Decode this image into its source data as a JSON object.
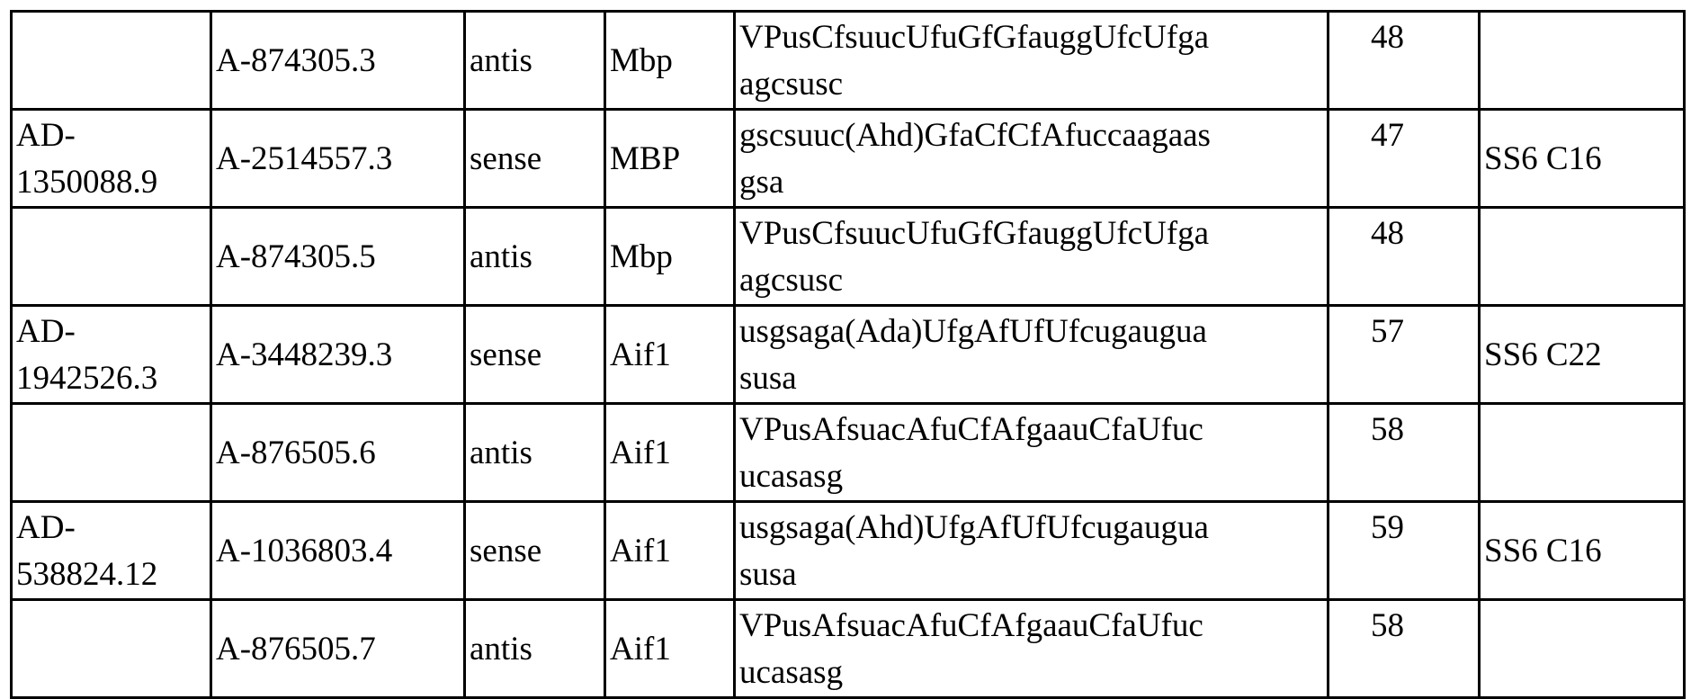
{
  "rows": [
    {
      "duplex": "",
      "strand_id": "A-874305.3",
      "type": "antis",
      "target": "Mbp",
      "seq_line1": "VPusCfsuucUfuGfGfauggUfcUfga",
      "seq_line2": "agcsusc",
      "seq_id": "48",
      "note": ""
    },
    {
      "duplex_line1": "AD-",
      "duplex_line2": "1350088.9",
      "strand_id": "A-2514557.3",
      "type": "sense",
      "target": "MBP",
      "seq_line1": "gscsuuc(Ahd)GfaCfCfAfuccaagaas",
      "seq_line2": "gsa",
      "seq_id": "47",
      "note": "SS6 C16"
    },
    {
      "duplex": "",
      "strand_id": "A-874305.5",
      "type": "antis",
      "target": "Mbp",
      "seq_line1": "VPusCfsuucUfuGfGfauggUfcUfga",
      "seq_line2": "agcsusc",
      "seq_id": "48",
      "note": ""
    },
    {
      "duplex_line1": "AD-",
      "duplex_line2": "1942526.3",
      "strand_id": "A-3448239.3",
      "type": "sense",
      "target": "Aif1",
      "seq_line1": "usgsaga(Ada)UfgAfUfUfcugaugua",
      "seq_line2": "susa",
      "seq_id": "57",
      "note": "SS6 C22"
    },
    {
      "duplex": "",
      "strand_id": "A-876505.6",
      "type": "antis",
      "target": "Aif1",
      "seq_line1": "VPusAfsuacAfuCfAfgaauCfaUfuc",
      "seq_line2": "ucasasg",
      "seq_id": "58",
      "note": ""
    },
    {
      "duplex_line1": "AD-",
      "duplex_line2": "538824.12",
      "strand_id": "A-1036803.4",
      "type": "sense",
      "target": "Aif1",
      "seq_line1": "usgsaga(Ahd)UfgAfUfUfcugaugua",
      "seq_line2": "susa",
      "seq_id": "59",
      "note": "SS6 C16"
    },
    {
      "duplex": "",
      "strand_id": "A-876505.7",
      "type": "antis",
      "target": "Aif1",
      "seq_line1": "VPusAfsuacAfuCfAfgaauCfaUfuc",
      "seq_line2": "ucasasg",
      "seq_id": "58",
      "note": ""
    }
  ]
}
